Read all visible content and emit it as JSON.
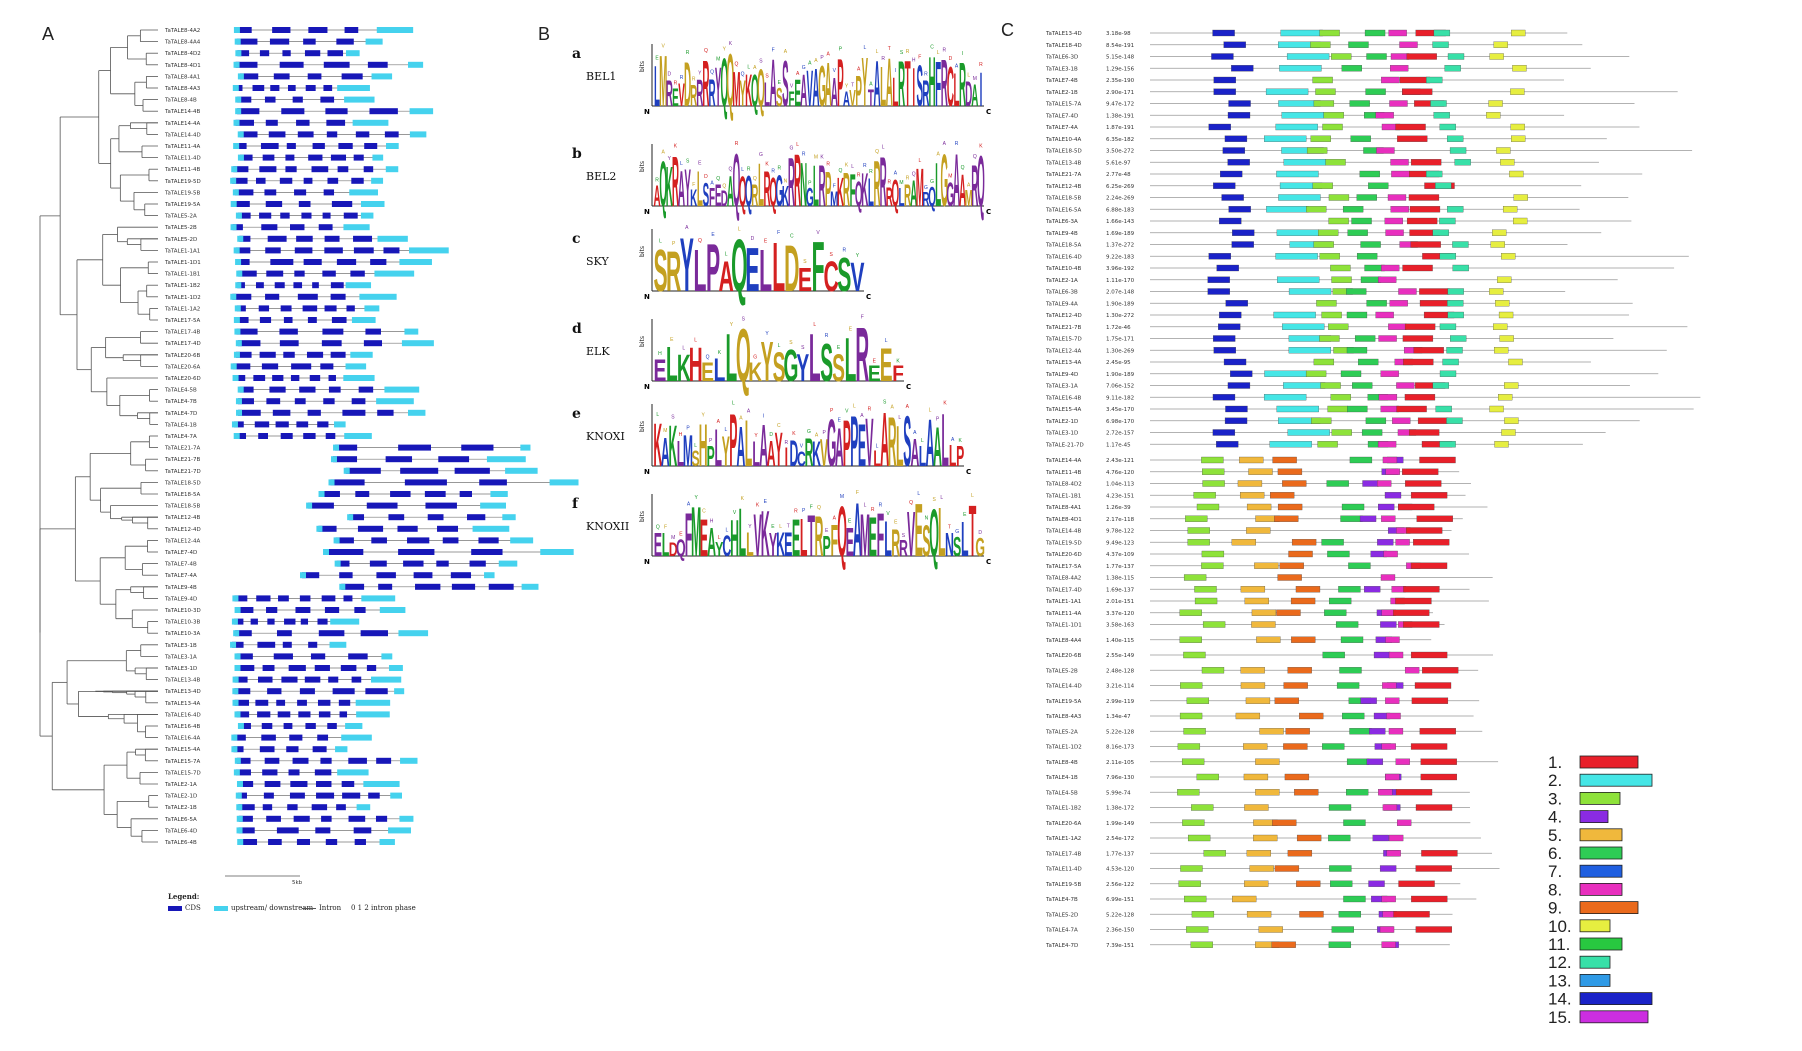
{
  "panels": {
    "a": {
      "letter": "A"
    },
    "b": {
      "letter": "B"
    },
    "c": {
      "letter": "C"
    }
  },
  "panel_a": {
    "legend_title": "Legend:",
    "legend_items": [
      "CDS",
      "upstream/ downstream",
      "Intron",
      "0 1 2 intron phase"
    ],
    "scale_label": "5kb",
    "genes": [
      "TaTALE8-4A2",
      "TaTALE8-4A4",
      "TaTALE8-4D2",
      "TaTALE8-4D1",
      "TaTALE8-4A1",
      "TaTALE8-4A3",
      "TaTALE8-4B",
      "TaTALE14-4B",
      "TaTALE14-4A",
      "TaTALE14-4D",
      "TaTALE11-4A",
      "TaTALE11-4D",
      "TaTALE11-4B",
      "TaTALE19-5D",
      "TaTALE19-5B",
      "TaTALE19-5A",
      "TaTALE5-2A",
      "TaTALE5-2B",
      "TaTALE5-2D",
      "TaTALE1-1A1",
      "TaTALE1-1D1",
      "TaTALE1-1B1",
      "TaTALE1-1B2",
      "TaTALE1-1D2",
      "TaTALE1-1A2",
      "TaTALE17-5A",
      "TaTALE17-4B",
      "TaTALE17-4D",
      "TaTALE20-6B",
      "TaTALE20-6A",
      "TaTALE20-6D",
      "TaTALE4-5B",
      "TaTALE4-7B",
      "TaTALE4-7D",
      "TaTALE4-1B",
      "TaTALE4-7A",
      "TaTALE21-7A",
      "TaTALE21-7B",
      "TaTALE21-7D",
      "TaTALE18-5D",
      "TaTALE18-5A",
      "TaTALE18-5B",
      "TaTALE12-4B",
      "TaTALE12-4D",
      "TaTALE12-4A",
      "TaTALE7-4D",
      "TaTALE7-4B",
      "TaTALE7-4A",
      "TaTALE9-4B",
      "TaTALE9-4D",
      "TaTALE10-3D",
      "TaTALE10-3B",
      "TaTALE10-3A",
      "TaTALE3-1B",
      "TaTALE3-1A",
      "TaTALE3-1D",
      "TaTALE13-4B",
      "TaTALE13-4D",
      "TaTALE13-4A",
      "TaTALE16-4D",
      "TaTALE16-4B",
      "TaTALE16-4A",
      "TaTALE15-4A",
      "TaTALE15-7A",
      "TaTALE15-7D",
      "TaTALE2-1A",
      "TaTALE2-1D",
      "TaTALE2-1B",
      "TaTALE6-5A",
      "TaTALE6-4D",
      "TaTALE6-4B"
    ]
  },
  "panel_b": {
    "logos": [
      {
        "sub": "a",
        "name": "BEL1",
        "letters": "LMREVDRRRRYQQMYKQQLASSFEAVAGAAPAVPYTALALRTISRHFRCLRDAI"
      },
      {
        "sub": "b",
        "name": "BEL2",
        "letters": "AQKRAYKLSFEDAQQQRLRQGKRRNGLRPMKRFQKLRRRQLRAMRQLGGAAMRQ"
      },
      {
        "sub": "c",
        "name": "SKY",
        "letters": "SRYLPAQELLDEFCSV"
      },
      {
        "sub": "d",
        "name": "ELK",
        "letters": "ELKHELLQKYSGYLSSLREEF"
      },
      {
        "sub": "e",
        "name": "KNOXI",
        "letters": "KAKLMSHPLYPALLAAYIDCRKVGAPPEVLARLSALAALLP"
      },
      {
        "sub": "f",
        "name": "KNOXII",
        "letters": "ELDQFMEAYCHLLVKYKEELTRPFQEAMEFLRRVESQLNSLTG"
      }
    ],
    "axis_bits": "bits",
    "axis_n": "N",
    "axis_c": "C"
  },
  "panel_c": {
    "rows": [
      {
        "name": "TaTALE13-4D",
        "p": "3.18e-98"
      },
      {
        "name": "TaTALE18-4D",
        "p": "8.54e-191"
      },
      {
        "name": "TaTALE6-3D",
        "p": "5.15e-148"
      },
      {
        "name": "TaTALE3-1B",
        "p": "1.29e-156"
      },
      {
        "name": "TaTALE7-4B",
        "p": "2.35e-190"
      },
      {
        "name": "TaTALE2-1B",
        "p": "2.90e-171"
      },
      {
        "name": "TaTALE15-7A",
        "p": "9.47e-172"
      },
      {
        "name": "TaTALE7-4D",
        "p": "1.38e-191"
      },
      {
        "name": "TaTALE7-4A",
        "p": "1.87e-191"
      },
      {
        "name": "TaTALE10-4A",
        "p": "6.35e-182"
      },
      {
        "name": "TaTALE18-5D",
        "p": "3.50e-272"
      },
      {
        "name": "TaTALE13-4B",
        "p": "5.61e-97"
      },
      {
        "name": "TaTALE21-7A",
        "p": "2.77e-48"
      },
      {
        "name": "TaTALE12-4B",
        "p": "6.25e-269"
      },
      {
        "name": "TaTALE18-5B",
        "p": "2.24e-269"
      },
      {
        "name": "TaTALE16-5A",
        "p": "6.88e-183"
      },
      {
        "name": "TaTALE6-3A",
        "p": "1.66e-143"
      },
      {
        "name": "TaTALE9-4B",
        "p": "1.69e-189"
      },
      {
        "name": "TaTALE18-5A",
        "p": "1.37e-272"
      },
      {
        "name": "TaTALE16-4D",
        "p": "9.22e-183"
      },
      {
        "name": "TaTALE10-4B",
        "p": "3.96e-192"
      },
      {
        "name": "TaTALE2-1A",
        "p": "1.11e-170"
      },
      {
        "name": "TaTALE6-3B",
        "p": "2.07e-148"
      },
      {
        "name": "TaTALE9-4A",
        "p": "1.90e-189"
      },
      {
        "name": "TaTALE12-4D",
        "p": "1.30e-272"
      },
      {
        "name": "TaTALE21-7B",
        "p": "1.72e-46"
      },
      {
        "name": "TaTALE15-7D",
        "p": "1.75e-171"
      },
      {
        "name": "TaTALE12-4A",
        "p": "1.30e-269"
      },
      {
        "name": "TaTALE13-4A",
        "p": "2.45e-95"
      },
      {
        "name": "TaTALE9-4D",
        "p": "1.90e-189"
      },
      {
        "name": "TaTALE3-1A",
        "p": "7.06e-152"
      },
      {
        "name": "TaTALE16-4B",
        "p": "9.11e-182"
      },
      {
        "name": "TaTALE15-4A",
        "p": "3.45e-170"
      },
      {
        "name": "TaTALE2-1D",
        "p": "6.98e-170"
      },
      {
        "name": "TaTALE3-1D",
        "p": "2.72e-157"
      },
      {
        "name": "TaTALE-21-7D",
        "p": "1.17e-45"
      },
      {
        "name": "TaTALE14-4A",
        "p": "2.43e-121"
      },
      {
        "name": "TaTALE11-4B",
        "p": "4.76e-120"
      },
      {
        "name": "TaTALE8-4D2",
        "p": "1.04e-113"
      },
      {
        "name": "TaTALE1-1B1",
        "p": "4.23e-151"
      },
      {
        "name": "TaTALE8-4A1",
        "p": "1.26e-39"
      },
      {
        "name": "TaTALE8-4D1",
        "p": "2.17e-118"
      },
      {
        "name": "TaTALE14-4B",
        "p": "9.78e-122"
      },
      {
        "name": "TaTALE19-5D",
        "p": "9.49e-123"
      },
      {
        "name": "TaTALE20-6D",
        "p": "4.37e-109"
      },
      {
        "name": "TaTALE17-5A",
        "p": "1.77e-137"
      },
      {
        "name": "TaTALE8-4A2",
        "p": "1.38e-115"
      },
      {
        "name": "TaTALE17-4D",
        "p": "1.69e-137"
      },
      {
        "name": "TaTALE1-1A1",
        "p": "2.01e-151"
      },
      {
        "name": "TaTALE11-4A",
        "p": "3.37e-120"
      },
      {
        "name": "TaTALE1-1D1",
        "p": "3.58e-163"
      },
      {
        "name": "TaTALE8-4A4",
        "p": "1.40e-115"
      },
      {
        "name": "TaTALE20-6B",
        "p": "2.55e-149"
      },
      {
        "name": "TaTALE5-2B",
        "p": "2.48e-128"
      },
      {
        "name": "TaTALE14-4D",
        "p": "3.21e-114"
      },
      {
        "name": "TaTALE19-5A",
        "p": "2.99e-119"
      },
      {
        "name": "TaTALE8-4A3",
        "p": "1.34e-47"
      },
      {
        "name": "TaTALE5-2A",
        "p": "5.22e-128"
      },
      {
        "name": "TaTALE1-1D2",
        "p": "8.16e-173"
      },
      {
        "name": "TaTALE8-4B",
        "p": "2.11e-105"
      },
      {
        "name": "TaTALE4-1B",
        "p": "7.96e-130"
      },
      {
        "name": "TaTALE4-5B",
        "p": "5.99e-74"
      },
      {
        "name": "TaTALE1-1B2",
        "p": "1.38e-172"
      },
      {
        "name": "TaTALE20-6A",
        "p": "1.99e-149"
      },
      {
        "name": "TaTALE1-1A2",
        "p": "2.54e-172"
      },
      {
        "name": "TaTALE17-4B",
        "p": "1.77e-137"
      },
      {
        "name": "TaTALE11-4D",
        "p": "4.53e-120"
      },
      {
        "name": "TaTALE19-5B",
        "p": "2.56e-122"
      },
      {
        "name": "TaTALE4-7B",
        "p": "6.99e-151"
      },
      {
        "name": "TaTALE5-2D",
        "p": "5.22e-128"
      },
      {
        "name": "TaTALE4-7A",
        "p": "2.36e-150"
      },
      {
        "name": "TaTALE4-7D",
        "p": "7.39e-151"
      }
    ],
    "motif_legend": [
      {
        "label": "1.",
        "color": "#e8202a"
      },
      {
        "label": "2.",
        "color": "#45e6e6"
      },
      {
        "label": "3.",
        "color": "#8ee23a"
      },
      {
        "label": "4.",
        "color": "#8a2be2"
      },
      {
        "label": "5.",
        "color": "#f0b83c"
      },
      {
        "label": "6.",
        "color": "#2ecc55"
      },
      {
        "label": "7.",
        "color": "#1f5fe0"
      },
      {
        "label": "8.",
        "color": "#e82fbe"
      },
      {
        "label": "9.",
        "color": "#ea6a1c"
      },
      {
        "label": "10.",
        "color": "#e6ee40"
      },
      {
        "label": "11.",
        "color": "#28c840"
      },
      {
        "label": "12.",
        "color": "#38e0a8"
      },
      {
        "label": "13.",
        "color": "#2f9ae6"
      },
      {
        "label": "14.",
        "color": "#1a22c8"
      },
      {
        "label": "15.",
        "color": "#cc2ee0"
      }
    ]
  },
  "colors": {
    "cds": "#1717b8",
    "utr": "#45d2ee",
    "logo_A": "#d42020",
    "logo_B": "#1f3fbf",
    "logo_C": "#1a9a2a",
    "logo_D": "#c4a020",
    "logo_E": "#7a2a9a"
  }
}
